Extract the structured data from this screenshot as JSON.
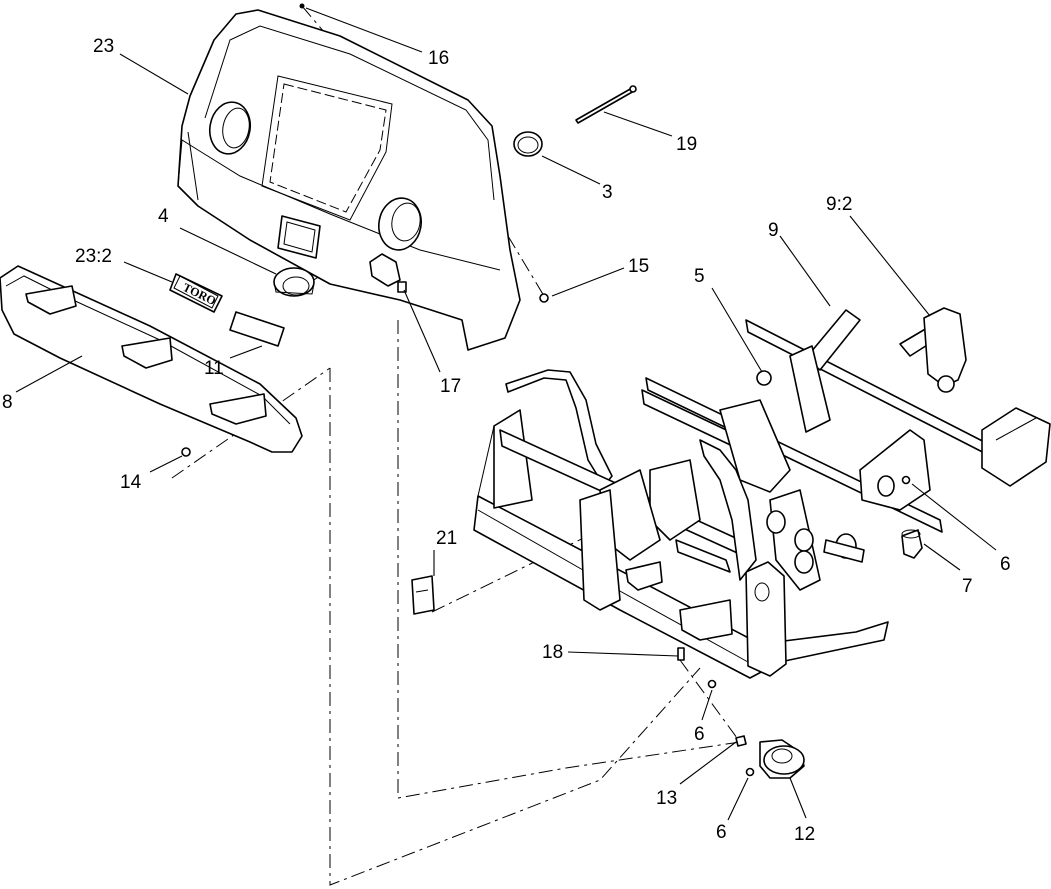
{
  "diagram": {
    "logo_text": "TORO",
    "parts": [
      {
        "id": "dash-panel",
        "label": "23"
      },
      {
        "id": "screw-top",
        "label": "16"
      },
      {
        "id": "rod",
        "label": "19"
      },
      {
        "id": "plug-cap",
        "label": "3"
      },
      {
        "id": "bushing",
        "label": "4"
      },
      {
        "id": "decal-logo",
        "label": "23:2"
      },
      {
        "id": "nut-panel",
        "label": "15"
      },
      {
        "id": "frame-bracket",
        "label": "9"
      },
      {
        "id": "frame-bracket-sub",
        "label": "9:2"
      },
      {
        "id": "knob-ball",
        "label": "5"
      },
      {
        "id": "decal-strip",
        "label": "11"
      },
      {
        "id": "clip-panel",
        "label": "17"
      },
      {
        "id": "bumper",
        "label": "8"
      },
      {
        "id": "screw-bumper",
        "label": "14"
      },
      {
        "id": "nut-frame",
        "label": "6"
      },
      {
        "id": "bumper-stop",
        "label": "7"
      },
      {
        "id": "decal-small",
        "label": "21"
      },
      {
        "id": "bolt-frame",
        "label": "18"
      },
      {
        "id": "nut-horn-upper",
        "label": "6"
      },
      {
        "id": "bolt-horn",
        "label": "13"
      },
      {
        "id": "nut-horn-lower",
        "label": "6"
      },
      {
        "id": "horn",
        "label": "12"
      }
    ]
  }
}
